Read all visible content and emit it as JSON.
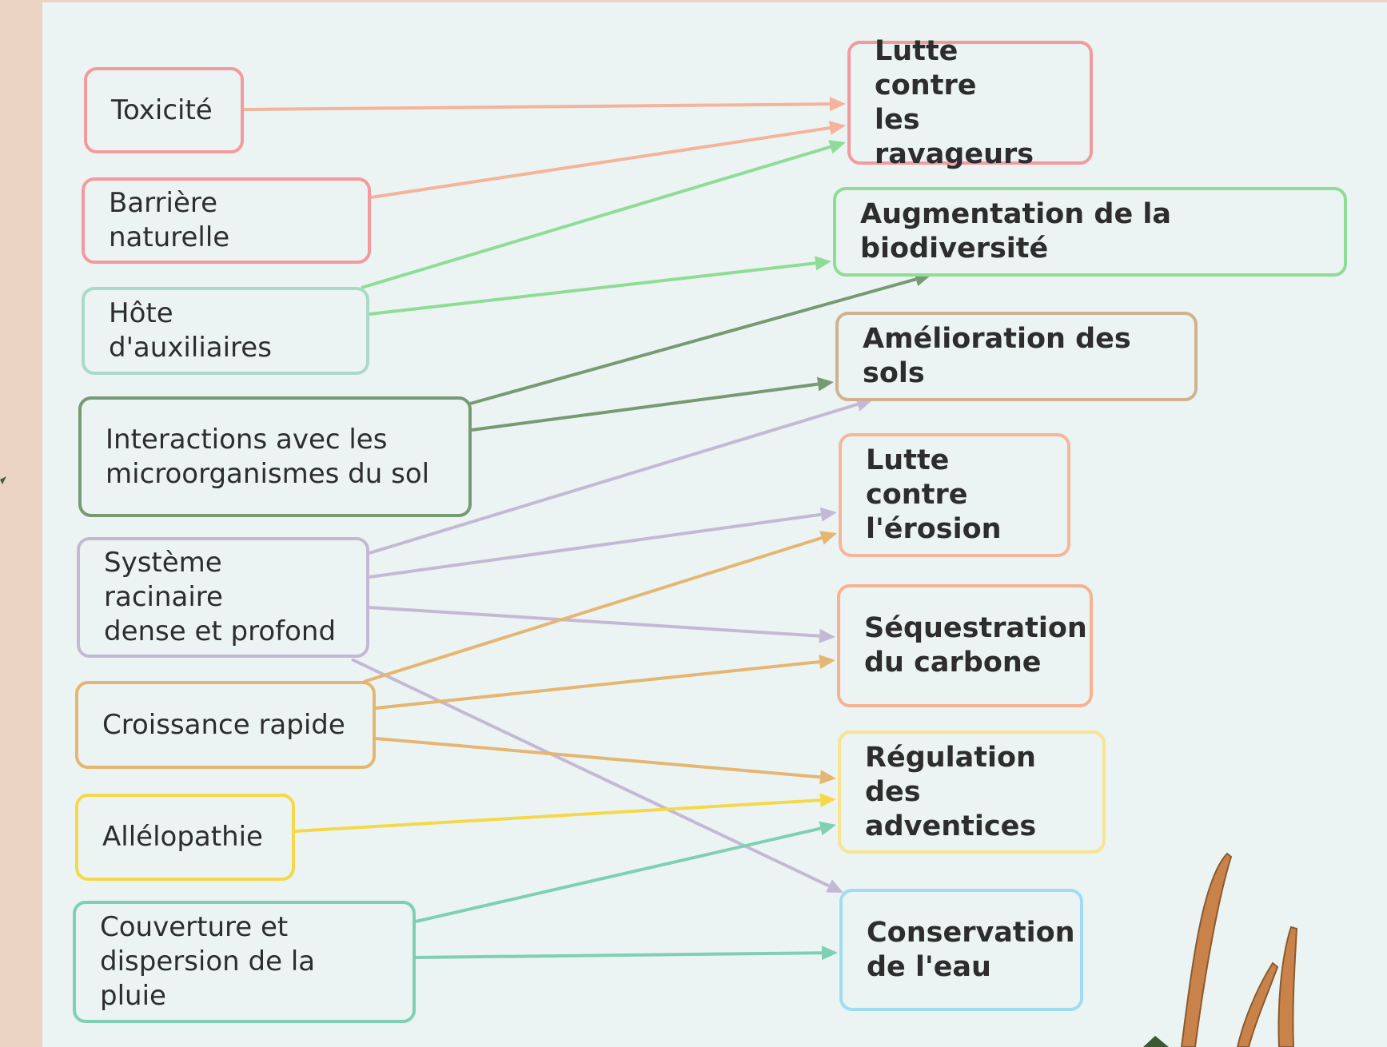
{
  "diagram": {
    "sources": [
      {
        "id": "toxicite",
        "label": "Toxicité",
        "color": "#f39a9e"
      },
      {
        "id": "barriere",
        "label": "Barrière naturelle",
        "color": "#f39a9e"
      },
      {
        "id": "hote",
        "label": "Hôte d'auxiliaires",
        "color": "#a9dac7"
      },
      {
        "id": "interactions",
        "label": "Interactions avec les\nmicroorganismes du sol",
        "color": "#789a73"
      },
      {
        "id": "systeme",
        "label": "Système racinaire\ndense et profond",
        "color": "#c3b9d5"
      },
      {
        "id": "croissance",
        "label": "Croissance rapide",
        "color": "#e5b671"
      },
      {
        "id": "allelopathie",
        "label": "Allélopathie",
        "color": "#f5d84a"
      },
      {
        "id": "couverture",
        "label": "Couverture et\ndispersion de la pluie",
        "color": "#7fd0b2"
      }
    ],
    "targets": [
      {
        "id": "ravageurs",
        "label": "Lutte contre\nles ravageurs",
        "color": "#f39a9e"
      },
      {
        "id": "biodiversite",
        "label": "Augmentation de la biodiversité",
        "color": "#8fdc97"
      },
      {
        "id": "sols",
        "label": "Amélioration des sols",
        "color": "#cfb391"
      },
      {
        "id": "erosion",
        "label": "Lutte contre\nl'érosion",
        "color": "#f6b69a"
      },
      {
        "id": "carbone",
        "label": "Séquestration\ndu carbone",
        "color": "#f6b292"
      },
      {
        "id": "adventices",
        "label": "Régulation\ndes adventices",
        "color": "#f8e391"
      },
      {
        "id": "eau",
        "label": "Conservation\nde l'eau",
        "color": "#9fdcf3"
      }
    ],
    "links": [
      {
        "from": "toxicite",
        "to": "ravageurs",
        "color": "#f4b39b"
      },
      {
        "from": "barriere",
        "to": "ravageurs",
        "color": "#f4b39b"
      },
      {
        "from": "hote",
        "to": "ravageurs",
        "color": "#8fdc97"
      },
      {
        "from": "hote",
        "to": "biodiversite",
        "color": "#8fdc97"
      },
      {
        "from": "interactions",
        "to": "biodiversite",
        "color": "#789a73"
      },
      {
        "from": "interactions",
        "to": "sols",
        "color": "#789a73"
      },
      {
        "from": "systeme",
        "to": "sols",
        "color": "#c3b9d5"
      },
      {
        "from": "systeme",
        "to": "erosion",
        "color": "#c3b9d5"
      },
      {
        "from": "systeme",
        "to": "carbone",
        "color": "#c3b9d5"
      },
      {
        "from": "systeme",
        "to": "eau",
        "color": "#c3b9d5"
      },
      {
        "from": "croissance",
        "to": "erosion",
        "color": "#e5b671"
      },
      {
        "from": "croissance",
        "to": "carbone",
        "color": "#e5b671"
      },
      {
        "from": "croissance",
        "to": "adventices",
        "color": "#e5b671"
      },
      {
        "from": "allelopathie",
        "to": "adventices",
        "color": "#f5d84a"
      },
      {
        "from": "couverture",
        "to": "adventices",
        "color": "#7fd0b2"
      },
      {
        "from": "couverture",
        "to": "eau",
        "color": "#7fd0b2"
      }
    ]
  }
}
